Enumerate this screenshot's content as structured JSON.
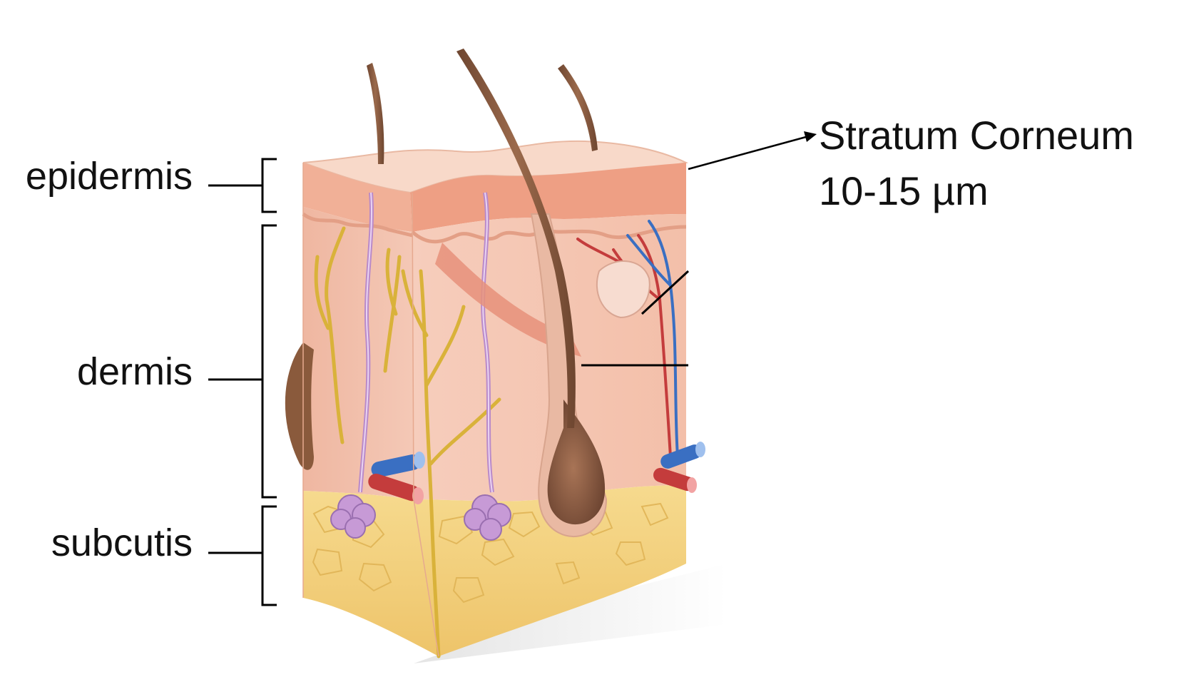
{
  "labels": {
    "epidermis": "epidermis",
    "dermis": "dermis",
    "subcutis": "subcutis"
  },
  "callout": {
    "name": "Stratum Corneum",
    "thickness": "10-15 µm"
  },
  "colors": {
    "epidermis": "#f2b39b",
    "dermis": "#f7d3c4",
    "subcutis": "#f2d37e",
    "hair": "#8a5a3c",
    "artery": "#d23c3c",
    "vein": "#3a6fc2",
    "nerve": "#d9b23a",
    "gland": "#b98ac9"
  }
}
